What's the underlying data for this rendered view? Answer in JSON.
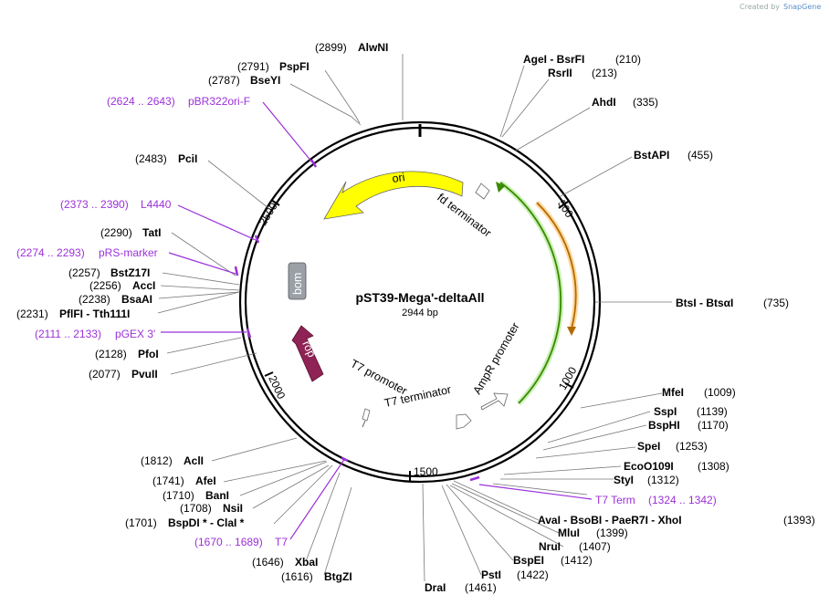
{
  "credit": {
    "prefix": "Created by",
    "brand": "SnapGene"
  },
  "plasmid": {
    "name": "pST39-Mega'-deltaAll",
    "size_label": "2944 bp"
  },
  "scale": {
    "t500": "500",
    "t1000": "1000",
    "t1500": "1500",
    "t2000": "2000",
    "t2500": "2500"
  },
  "features": {
    "ori": "ori",
    "fd_terminator": "fd terminator",
    "ampr_promoter": "AmpR promoter",
    "t7_terminator": "T7 terminator",
    "t7_promoter": "T7 promoter",
    "bom": "bom",
    "rop": "rop"
  },
  "sites": {
    "alwni": {
      "name": "AlwNI",
      "pos": "(2899)"
    },
    "pspfi": {
      "name": "PspFI",
      "pos": "(2791)"
    },
    "bseyi": {
      "name": "BseYI",
      "pos": "(2787)"
    },
    "pcii": {
      "name": "PciI",
      "pos": "(2483)"
    },
    "tati": {
      "name": "TatI",
      "pos": "(2290)"
    },
    "bstz17i": {
      "name": "BstZ17I",
      "pos": "(2257)"
    },
    "acci": {
      "name": "AccI",
      "pos": "(2256)"
    },
    "bsaai": {
      "name": "BsaAI",
      "pos": "(2238)"
    },
    "pflfi": {
      "name": "PflFI  - Tth111I",
      "pos": "(2231)"
    },
    "pfoi": {
      "name": "PfoI",
      "pos": "(2128)"
    },
    "pvuii": {
      "name": "PvuII",
      "pos": "(2077)"
    },
    "acli": {
      "name": "AclI",
      "pos": "(1812)"
    },
    "afei": {
      "name": "AfeI",
      "pos": "(1741)"
    },
    "bani": {
      "name": "BanI",
      "pos": "(1710)"
    },
    "nsii": {
      "name": "NsiI",
      "pos": "(1708)"
    },
    "bspdi": {
      "name": "BspDI *  - ClaI *",
      "pos": "(1701)"
    },
    "xbai": {
      "name": "XbaI",
      "pos": "(1646)"
    },
    "btgzi": {
      "name": "BtgZI",
      "pos": "(1616)"
    },
    "drai": {
      "name": "DraI",
      "pos": "(1461)"
    },
    "psti": {
      "name": "PstI",
      "pos": "(1422)"
    },
    "bspei": {
      "name": "BspEI",
      "pos": "(1412)"
    },
    "nrui": {
      "name": "NruI",
      "pos": "(1407)"
    },
    "mlui": {
      "name": "MluI",
      "pos": "(1399)"
    },
    "avai": {
      "name": "AvaI  - BsoBI  - PaeR7I  - XhoI",
      "pos": "(1393)"
    },
    "styi": {
      "name": "StyI",
      "pos": "(1312)"
    },
    "eco0109i": {
      "name": "EcoO109I",
      "pos": "(1308)"
    },
    "spei": {
      "name": "SpeI",
      "pos": "(1253)"
    },
    "bsphi": {
      "name": "BspHI",
      "pos": "(1170)"
    },
    "sspi": {
      "name": "SspI",
      "pos": "(1139)"
    },
    "mfei": {
      "name": "MfeI",
      "pos": "(1009)"
    },
    "btsi": {
      "name": "BtsI  - BtsαI",
      "pos": "(735)"
    },
    "bstapi": {
      "name": "BstAPI",
      "pos": "(455)"
    },
    "ahdi": {
      "name": "AhdI",
      "pos": "(335)"
    },
    "rsrii": {
      "name": "RsrII",
      "pos": "(213)"
    },
    "agei": {
      "name": "AgeI  - BsrFI",
      "pos": "(210)"
    }
  },
  "primers": {
    "pbr322ori_f": {
      "name": "pBR322ori-F",
      "range": "(2624 .. 2643)"
    },
    "l4440": {
      "name": "L4440",
      "range": "(2373 .. 2390)"
    },
    "prs_marker": {
      "name": "pRS-marker",
      "range": "(2274 .. 2293)"
    },
    "pgex3": {
      "name": "pGEX 3'",
      "range": "(2111 .. 2133)"
    },
    "t7": {
      "name": "T7",
      "range": "(1670 .. 1689)"
    },
    "t7_term": {
      "name": "T7 Term",
      "range": "(1324 .. 1342)"
    }
  }
}
